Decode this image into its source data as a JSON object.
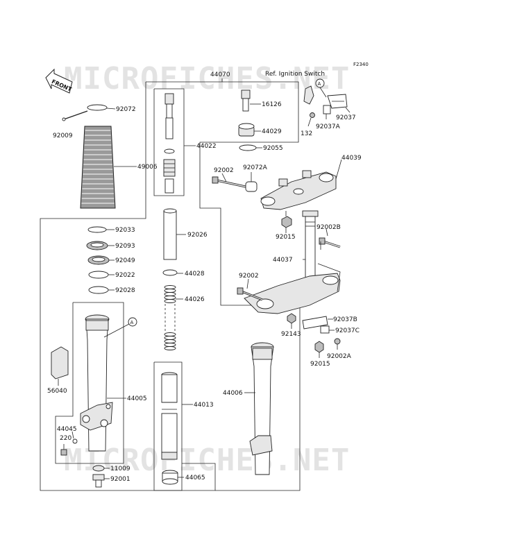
{
  "diagram_code": "F2340",
  "watermark": "MICROFICHES.NET",
  "front_label": "FRONT",
  "reference_note": "Ref. Ignition Switch",
  "callout_marker": "A",
  "parts": {
    "p44070": "44070",
    "p92072": "92072",
    "p92009": "92009",
    "p49006": "49006",
    "p44022": "44022",
    "p16126": "16126",
    "p44029": "44029",
    "p92055": "92055",
    "p92037": "92037",
    "p92037A": "92037A",
    "p132": "132",
    "p92002a": "92002",
    "p92072A": "92072A",
    "p44039": "44039",
    "p92002B": "92002B",
    "p92015a": "92015",
    "p44037": "44037",
    "p92002b": "92002",
    "p92033": "92033",
    "p92093": "92093",
    "p92049": "92049",
    "p92022": "92022",
    "p92028": "92028",
    "p92026": "92026",
    "p44028": "44028",
    "p44026": "44026",
    "p92037B": "92037B",
    "p92143": "92143",
    "p92037C": "92037C",
    "p92015b": "92015",
    "p92002A": "92002A",
    "p56040": "56040",
    "p44005": "44005",
    "p44013": "44013",
    "p44006": "44006",
    "p44045": "44045",
    "p220": "220",
    "p11009": "11009",
    "p92001": "92001",
    "p44065": "44065"
  }
}
